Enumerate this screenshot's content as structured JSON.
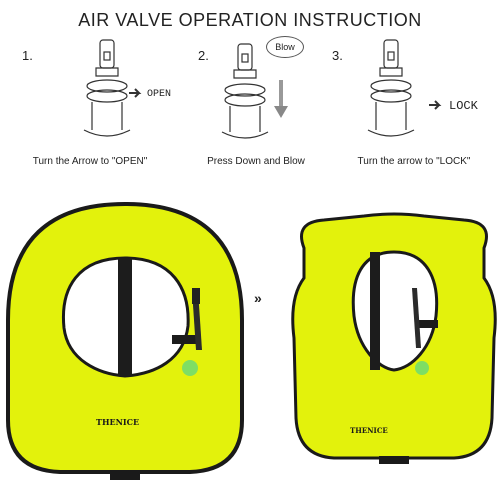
{
  "title": "AIR VALVE OPERATION INSTRUCTION",
  "steps": [
    {
      "number": "1.",
      "caption": "Turn the Arrow to \"OPEN\"",
      "tag": "OPEN"
    },
    {
      "number": "2.",
      "caption": "Press Down and Blow",
      "tag": "Blow"
    },
    {
      "number": "3.",
      "caption": "Turn the arrow to \"LOCK\"",
      "tag": "LOCK"
    }
  ],
  "transition": "»",
  "brand": "THENICE",
  "colors": {
    "vest": "#e3f20c",
    "vest_edge": "#1a1a1a",
    "valve": "#2b2b2b"
  }
}
